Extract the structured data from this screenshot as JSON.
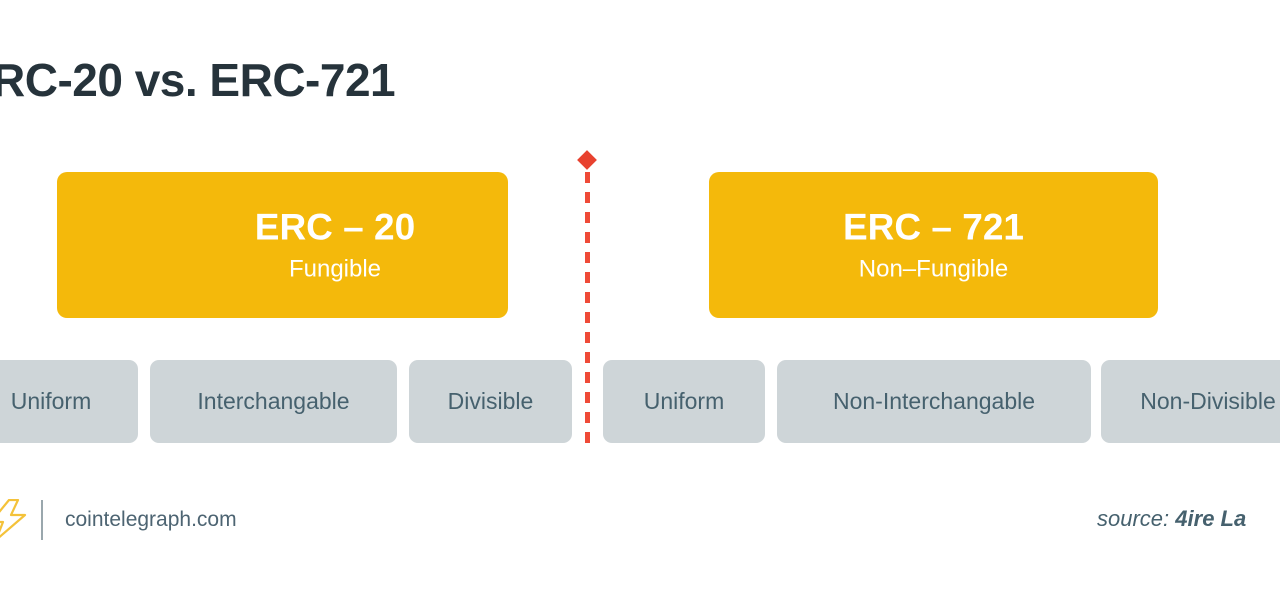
{
  "title": "RC-20 vs. ERC-721",
  "colors": {
    "accent_yellow": "#F4B90B",
    "pill_grey": "#CED5D8",
    "text_slate": "#46616E",
    "title_dark": "#26333B",
    "divider_red": "#EF4A37",
    "background": "#FFFFFF"
  },
  "divider": {
    "marker": "diamond-marker",
    "style": "dashed-vertical"
  },
  "columns": [
    {
      "id": "erc20",
      "card": {
        "title": "ERC – 20",
        "subtitle": "Fungible"
      },
      "attributes": [
        {
          "label": "Uniform"
        },
        {
          "label": "Interchangable"
        },
        {
          "label": "Divisible"
        }
      ]
    },
    {
      "id": "erc721",
      "card": {
        "title": "ERC – 721",
        "subtitle": "Non–Fungible"
      },
      "attributes": [
        {
          "label": "Uniform"
        },
        {
          "label": "Non-Interchangable"
        },
        {
          "label": "Non-Divisible"
        }
      ]
    }
  ],
  "footer": {
    "logo_icon": "cointelegraph-lightning-bolt-icon",
    "site": "cointelegraph.com",
    "source_label": "source:",
    "source_name": "4ire La"
  }
}
